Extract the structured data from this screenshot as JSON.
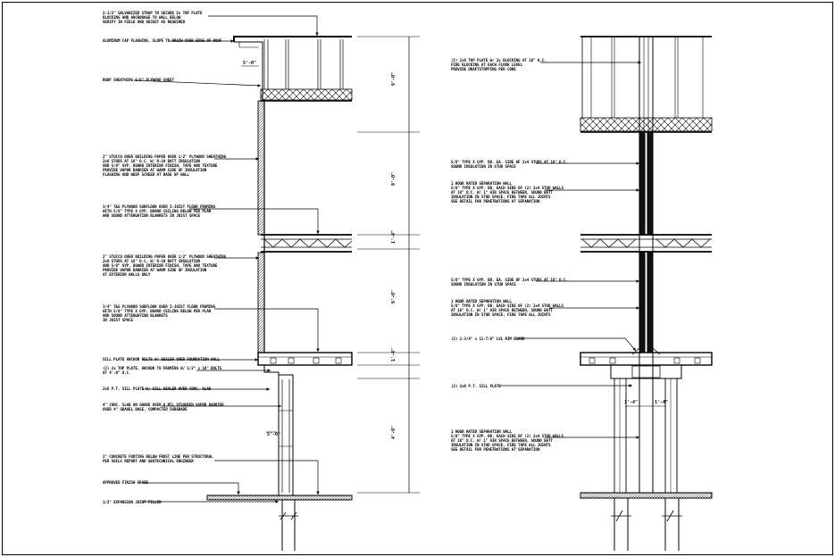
{
  "drawing": {
    "left_section": {
      "notes": [
        [
          "2-1/2\" GALVANIZED STRAP TO SECURE 2x TOP PLATE",
          "BLOCKING AND ANCHORAGE TO WALL BELOW",
          "VERIFY IN FIELD AND ADJUST AS REQUIRED"
        ],
        [
          "ALUMINUM CAP FLASHING, SLOPE TO DRAIN OVER EDGE OF ROOF"
        ],
        [
          "ROOF SHEATHING 5/8\" PLYWOOD SHEET"
        ],
        [
          "2\" STUCCO OVER BUILDING PAPER OVER 1/2\" PLYWOOD SHEATHING",
          "2x6 STUDS AT 16\" O.C. W/ R-19 BATT INSULATION",
          "AND 5/8\" GYP. BOARD INTERIOR FINISH, TAPE AND TEXTURE",
          "PROVIDE VAPOR BARRIER AT WARM SIDE OF INSULATION",
          "FLASHING AND WEEP SCREED AT BASE OF WALL"
        ],
        [
          "3/4\" T&G PLYWOOD SUBFLOOR OVER I-JOIST FLOOR FRAMING",
          "WITH 5/8\" TYPE X GYP. BOARD CEILING BELOW PER PLAN",
          "AND SOUND ATTENUATION BLANKETS IN JOIST SPACE"
        ],
        [
          "2\" STUCCO OVER BUILDING PAPER OVER 1/2\" PLYWOOD SHEATHING",
          "2x6 STUDS AT 16\" O.C. W/ R-19 BATT INSULATION",
          "AND 5/8\" GYP. BOARD INTERIOR FINISH, TAPE AND TEXTURE",
          "PROVIDE VAPOR BARRIER AT WARM SIDE OF INSULATION",
          "AT EXTERIOR WALLS ONLY"
        ],
        [
          "3/4\" T&G PLYWOOD SUBFLOOR OVER I-JOIST FLOOR FRAMING",
          "WITH 5/8\" TYPE X GYP. BOARD CEILING BELOW PER PLAN",
          "AND SOUND ATTENUATION BLANKETS",
          "IN JOIST SPACE"
        ],
        [
          "SILL PLATE ANCHOR BOLTS W/ SEALER OVER FOUNDATION WALL"
        ],
        [
          "(2) 2x TOP PLATE, ANCHOR TO FRAMING W/ 1/2\" x 10\" BOLTS",
          "AT 4'-0\" O.C."
        ],
        [
          "2x6 P.T. SILL PLATE W/ SILL SEALER OVER CONC. SLAB"
        ],
        [
          "4\" CONC. SLAB ON GRADE OVER 6 MIL VISQUEEN VAPOR BARRIER",
          "OVER 4\" GRAVEL BASE, COMPACTED SUBGRADE"
        ],
        [
          "2\" CONCRETE FOOTING BELOW FROST LINE PER STRUCTURAL",
          "PER SOILS REPORT AND GEOTECHNICAL ENGINEER"
        ],
        [
          "APPROVED FINISH GRADE"
        ],
        [
          "1/2\" EXPANSION JOINT FILLER"
        ]
      ],
      "dims": [
        "9'-0\"",
        "9'-0\"",
        "1'-4\"",
        "9'-0\"",
        "1'-4\"",
        "4'-0\""
      ],
      "small_dims": [
        "5'-0\"",
        "5'-0\""
      ]
    },
    "right_section": {
      "notes": [
        [
          "(2) 2x6 TOP PLATE W/ 2x BLOCKING AT 16\" O.C.",
          "FIRE BLOCKING AT EACH FLOOR LEVEL",
          "PROVIDE DRAFTSTOPPING PER CODE"
        ],
        [
          "5/8\" TYPE X GYP. BD. EA. SIDE OF 2x4 STUDS AT 16\" O.C.",
          "SOUND INSULATION IN STUD SPACE"
        ],
        [
          "1 HOUR RATED SEPARATION WALL",
          "5/8\" TYPE X GYP. BD. EACH SIDE OF (2) 2x4 STUD WALLS",
          "AT 16\" O.C. W/ 1\" AIR SPACE BETWEEN, SOUND BATT",
          "INSULATION IN STUD SPACE, FIRE TAPE ALL JOINTS",
          "SEE DETAIL FOR PENETRATIONS AT SEPARATION"
        ],
        [
          "5/8\" TYPE X GYP. BD. EA. SIDE OF 2x4 STUDS AT 16\" O.C.",
          "SOUND INSULATION IN STUD SPACE"
        ],
        [
          "1 HOUR RATED SEPARATION WALL",
          "5/8\" TYPE X GYP. BD. EACH SIDE OF (2) 2x4 STUD WALLS",
          "AT 16\" O.C. W/ 1\" AIR SPACE BETWEEN, SOUND BATT",
          "INSULATION IN STUD SPACE, FIRE TAPE ALL JOINTS"
        ],
        [
          "(2) 1-3/4\" x 11-7/8\" LVL RIM BOARD"
        ],
        [
          "(2) 2x6 P.T. SILL PLATE"
        ],
        [
          "1 HOUR RATED SEPARATION WALL",
          "5/8\" TYPE X GYP. BD. EACH SIDE OF (2) 2x4 STUD WALLS",
          "AT 16\" O.C. W/ 1\" AIR SPACE BETWEEN, SOUND BATT",
          "INSULATION IN STUD SPACE, FIRE TAPE ALL JOINTS",
          "SEE DETAIL FOR PENETRATIONS AT SEPARATION"
        ]
      ],
      "dims": [
        "1'-4\"",
        "1'-4\""
      ]
    }
  }
}
